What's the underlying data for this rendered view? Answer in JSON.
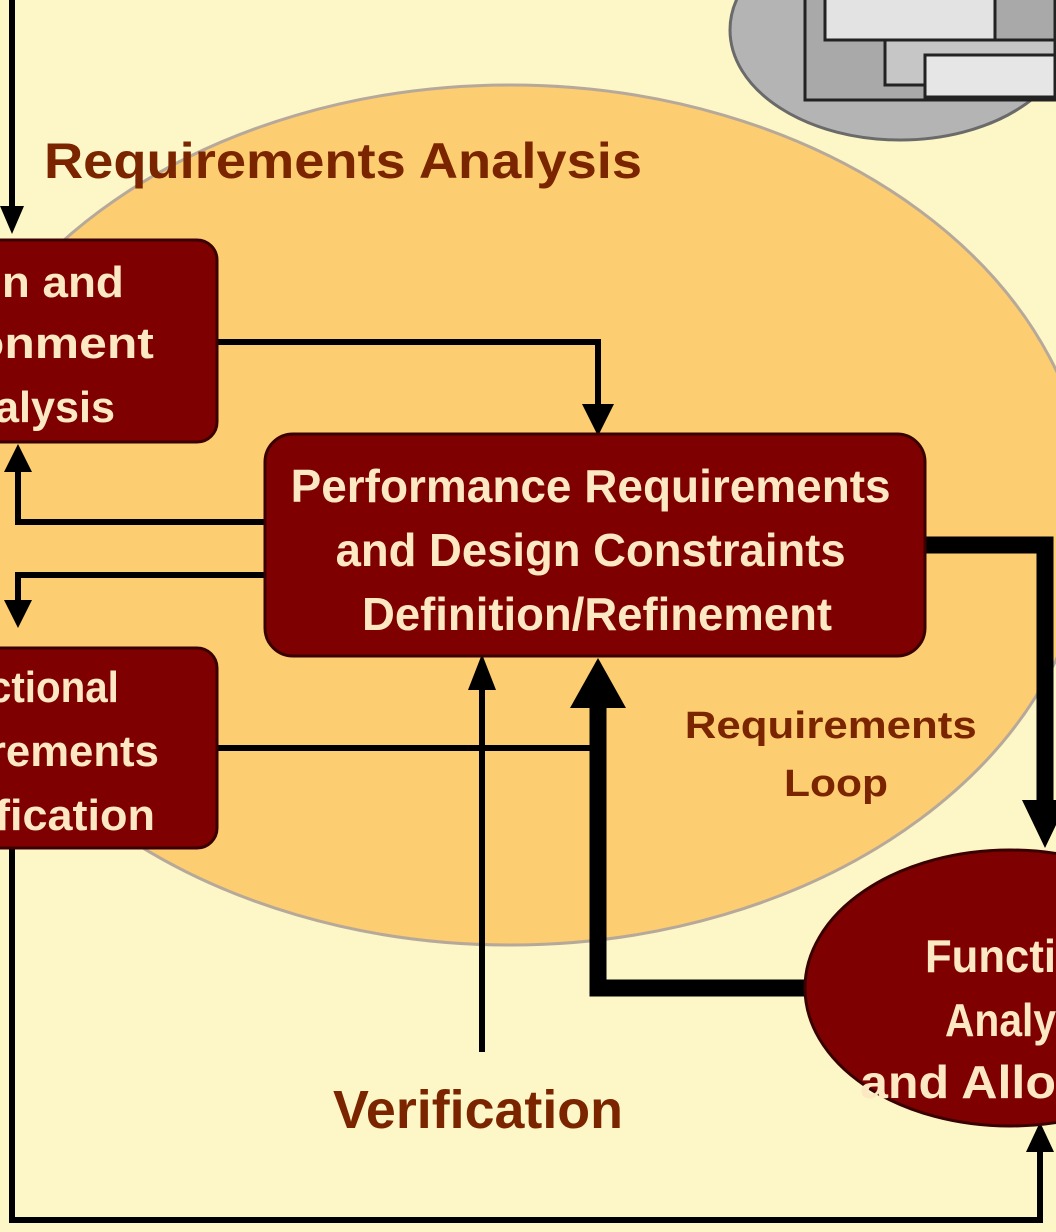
{
  "diagram": {
    "region_title": "Requirements Analysis",
    "loop_label": [
      "Requirements",
      "Loop"
    ],
    "verification_label": "Verification",
    "boxes": {
      "mission_analysis": [
        "on and",
        "onment",
        "alysis"
      ],
      "performance_requirements": [
        "Performance Requirements",
        "and Design Constraints",
        "Definition/Refinement"
      ],
      "functional_requirements": [
        "ctional",
        "rements",
        "fication"
      ],
      "functional_analysis": [
        "Functi",
        "Analy",
        "and Allo"
      ]
    },
    "colors": {
      "background": "#fdf6c6",
      "ellipse_fill": "#fccd71",
      "box_fill": "#7f0000",
      "box_text": "#fde8c4",
      "label_text": "#7b2500",
      "line": "#000000"
    }
  }
}
